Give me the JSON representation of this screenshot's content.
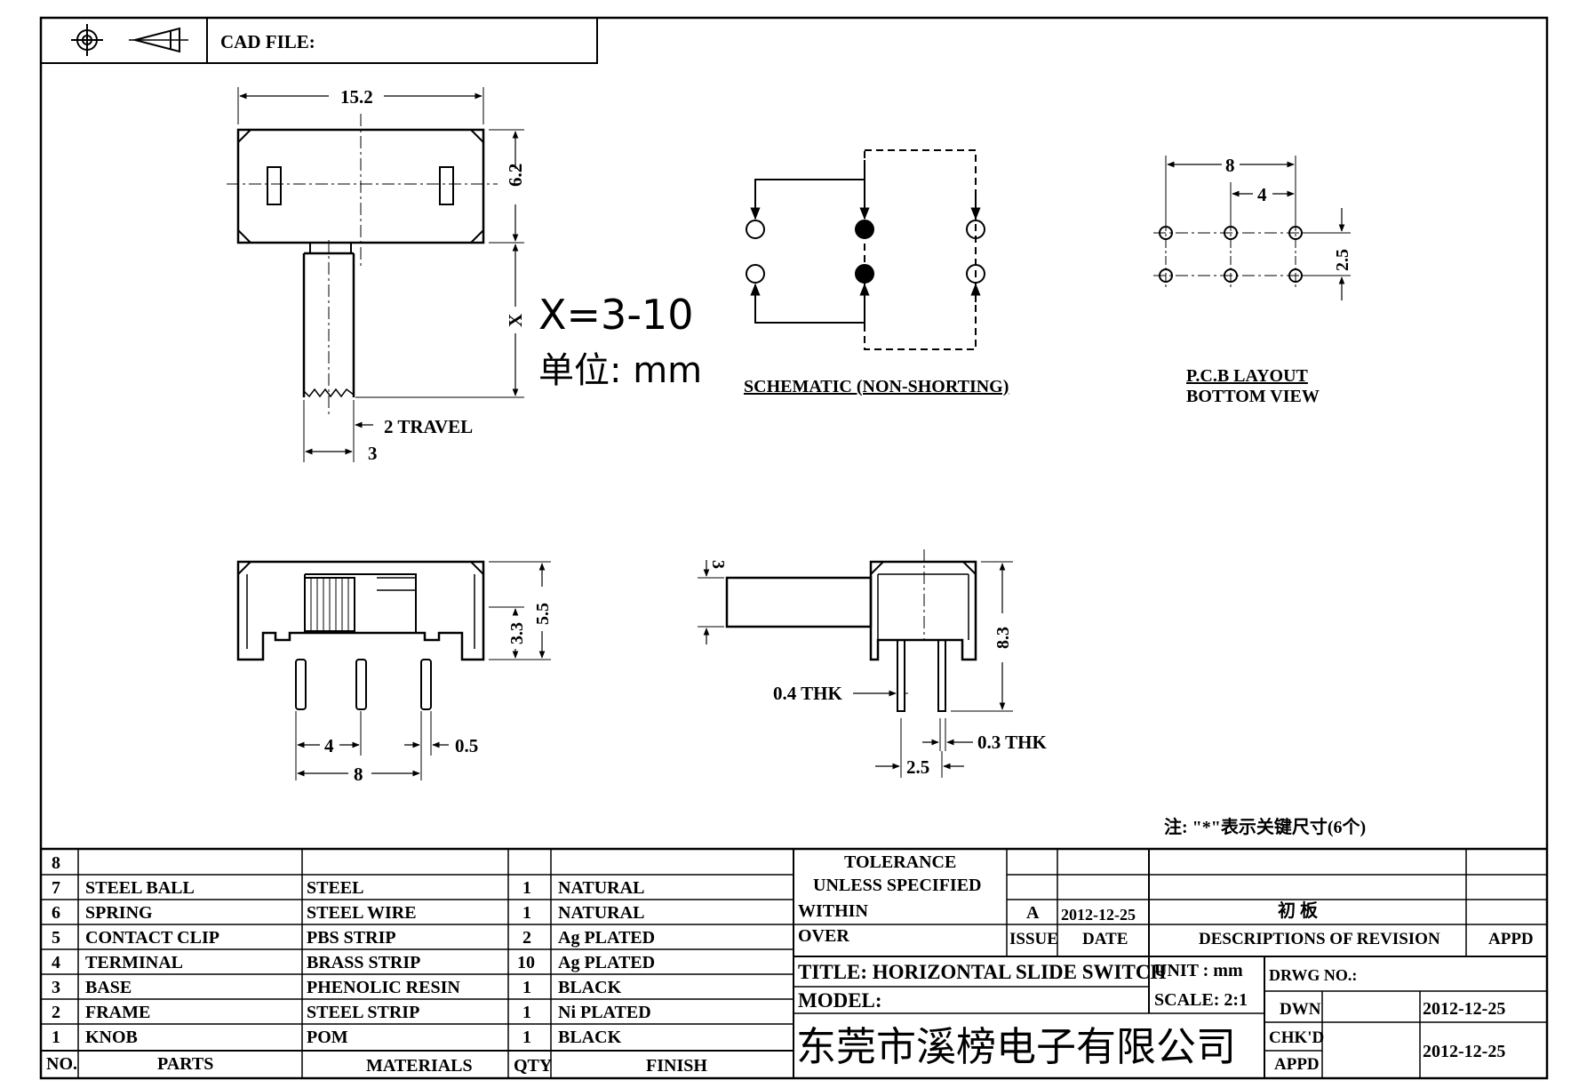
{
  "header": {
    "cad_file_label": "CAD FILE:",
    "projection_icon": "third-angle-projection-icon",
    "target_icon": "crosshair-circle-icon"
  },
  "top_view": {
    "width": "15.2",
    "height": "6.2",
    "x_label": "X",
    "x_range": "X=3-10",
    "unit_note": "单位: mm",
    "travel": "2 TRAVEL",
    "knob_width": "3"
  },
  "schematic": {
    "label": "SCHEMATIC (NON-SHORTING)"
  },
  "pcb_layout": {
    "dim_8": "8",
    "dim_4": "4",
    "dim_2_5": "2.5",
    "label_line1": "P.C.B LAYOUT",
    "label_line2": "BOTTOM VIEW"
  },
  "front_view": {
    "dim_5_5": "5.5",
    "dim_3_3": "3.3",
    "dim_4": "4",
    "dim_8": "8",
    "dim_0_5": "0.5"
  },
  "side_view": {
    "dim_3": "3",
    "dim_8_3": "8.3",
    "thk_0_4": "0.4 THK",
    "thk_0_3": "0.3 THK",
    "dim_2_5": "2.5"
  },
  "note": "注: \"*\"表示关键尺寸(6个)",
  "bom": {
    "headers": {
      "no": "NO.",
      "parts": "PARTS",
      "materials": "MATERIALS",
      "qty": "QTY",
      "finish": "FINISH"
    },
    "rows": [
      {
        "no": "8",
        "part": "",
        "material": "",
        "qty": "",
        "finish": ""
      },
      {
        "no": "7",
        "part": "STEEL BALL",
        "material": "STEEL",
        "qty": "1",
        "finish": "NATURAL"
      },
      {
        "no": "6",
        "part": "SPRING",
        "material": "STEEL WIRE",
        "qty": "1",
        "finish": "NATURAL"
      },
      {
        "no": "5",
        "part": "CONTACT CLIP",
        "material": "PBS STRIP",
        "qty": "2",
        "finish": "Ag PLATED"
      },
      {
        "no": "4",
        "part": "TERMINAL",
        "material": "BRASS STRIP",
        "qty": "10",
        "finish": "Ag PLATED"
      },
      {
        "no": "3",
        "part": "BASE",
        "material": "PHENOLIC RESIN",
        "qty": "1",
        "finish": "BLACK"
      },
      {
        "no": "2",
        "part": "FRAME",
        "material": "STEEL STRIP",
        "qty": "1",
        "finish": "Ni PLATED"
      },
      {
        "no": "1",
        "part": "KNOB",
        "material": "POM",
        "qty": "1",
        "finish": "BLACK"
      }
    ]
  },
  "title_block": {
    "tolerance_line1": "TOLERANCE",
    "tolerance_line2": "UNLESS SPECIFIED",
    "within": "WITHIN",
    "over": "OVER",
    "issue_letter": "A",
    "issue_date": "2012-12-25",
    "revision_note": "初 板",
    "issue_label": "ISSUE",
    "date_label": "DATE",
    "descriptions_label": "DESCRIPTIONS OF REVISION",
    "appd_header": "APPD",
    "title": "TITLE: HORIZONTAL SLIDE SWITCH",
    "unit": "UNIT : mm",
    "drwg_no": "DRWG NO.:",
    "model": "MODEL:",
    "scale": "SCALE: 2:1",
    "dwn_label": "DWN",
    "dwn_date": "2012-12-25",
    "chkd_label": "CHK'D",
    "appd_label": "APPD",
    "chkd_date": "2012-12-25",
    "company": "东莞市溪榜电子有限公司"
  }
}
